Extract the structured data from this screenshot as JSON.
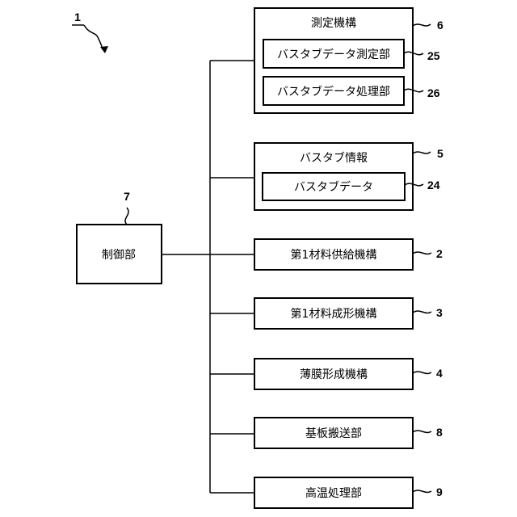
{
  "figure": {
    "ref": "1",
    "controller": {
      "label": "制御部",
      "ref": "7"
    },
    "measurement": {
      "label": "測定機構",
      "ref": "6",
      "items": [
        {
          "label": "バスタブデータ測定部",
          "ref": "25"
        },
        {
          "label": "バスタブデータ処理部",
          "ref": "26"
        }
      ]
    },
    "bathtub_info": {
      "label": "バスタブ情報",
      "ref": "5",
      "items": [
        {
          "label": "バスタブデータ",
          "ref": "24"
        }
      ]
    },
    "units": [
      {
        "label": "第1材料供給機構",
        "ref": "2"
      },
      {
        "label": "第1材料成形機構",
        "ref": "3"
      },
      {
        "label": "薄膜形成機構",
        "ref": "4"
      },
      {
        "label": "基板搬送部",
        "ref": "8"
      },
      {
        "label": "高温処理部",
        "ref": "9"
      }
    ]
  }
}
